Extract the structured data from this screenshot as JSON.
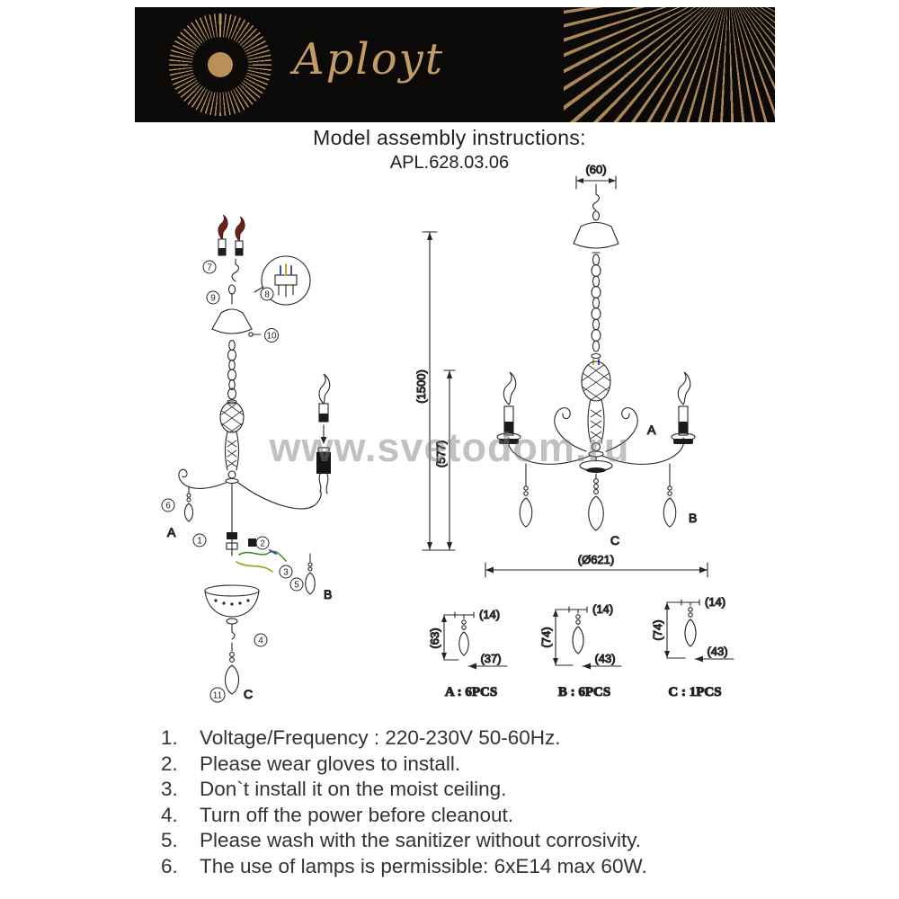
{
  "header": {
    "brand": "Aployt"
  },
  "title": {
    "line1": "Model assembly instructions:",
    "line2": "APL.628.03.06"
  },
  "watermark": "www.svetodom.ru",
  "assembled_view": {
    "dim_top_width": "(60)",
    "dim_total_height": "(1500)",
    "dim_body_height": "(577)",
    "dim_diameter": "(Ø621)",
    "label_a": "A",
    "label_b": "B",
    "label_c": "C"
  },
  "exploded_view": {
    "callouts": [
      "7",
      "9",
      "8",
      "10",
      "6",
      "1",
      "2",
      "3",
      "5",
      "4",
      "11"
    ],
    "label_a": "A",
    "label_b": "B",
    "label_c": "C"
  },
  "pendant_specs": [
    {
      "label": "A : 6PCS",
      "dim_width": "(14)",
      "dim_height": "(63)",
      "dim_offset": "(37)"
    },
    {
      "label": "B : 6PCS",
      "dim_width": "(14)",
      "dim_height": "(74)",
      "dim_offset": "(43)"
    },
    {
      "label": "C : 1PCS",
      "dim_width": "(14)",
      "dim_height": "(74)",
      "dim_offset": "(43)"
    }
  ],
  "instructions": [
    {
      "num": "1.",
      "text": "Voltage/Frequency : 220-230V 50-60Hz."
    },
    {
      "num": "2.",
      "text": "Please wear gloves to install."
    },
    {
      "num": "3.",
      "text": "Don`t install it on the moist ceiling."
    },
    {
      "num": "4.",
      "text": "Turn off the power before cleanout."
    },
    {
      "num": "5.",
      "text": "Please wash with the sanitizer without corrosivity."
    },
    {
      "num": "6.",
      "text": "The use of lamps is permissible: 6xE14 max 60W."
    }
  ],
  "colors": {
    "brand_gold": "#b9905c",
    "banner_black": "#0b0a08",
    "line": "#262626",
    "watermark_gray": "#7d7d7d"
  }
}
